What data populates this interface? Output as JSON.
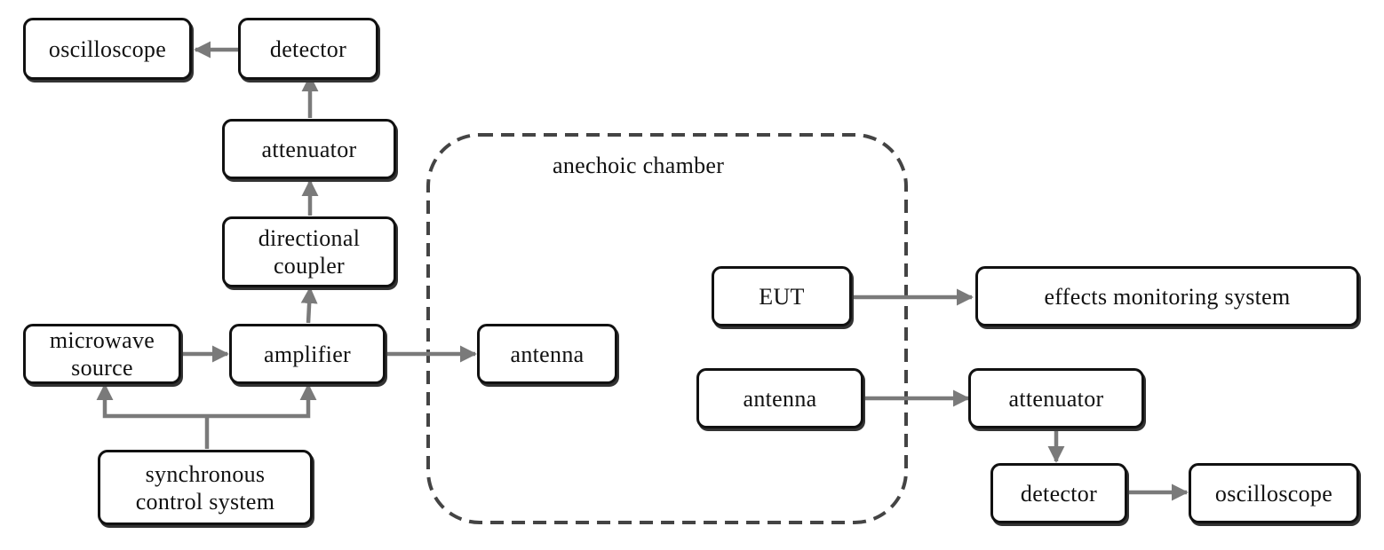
{
  "diagram": {
    "chamber_label": "anechoic chamber",
    "nodes": {
      "oscilloscope_left": "oscilloscope",
      "detector_left": "detector",
      "attenuator_left": "attenuator",
      "directional_coupler": "directional\ncoupler",
      "microwave_source": "microwave\nsource",
      "amplifier": "amplifier",
      "antenna_tx": "antenna",
      "sync_control": "synchronous\ncontrol system",
      "eut": "EUT",
      "effects_monitor": "effects monitoring system",
      "antenna_rx": "antenna",
      "attenuator_right": "attenuator",
      "detector_right": "detector",
      "oscilloscope_right": "oscilloscope"
    }
  },
  "colors": {
    "connector": "#7a7a7a",
    "box_border": "#111111",
    "chamber_border": "#444444"
  }
}
